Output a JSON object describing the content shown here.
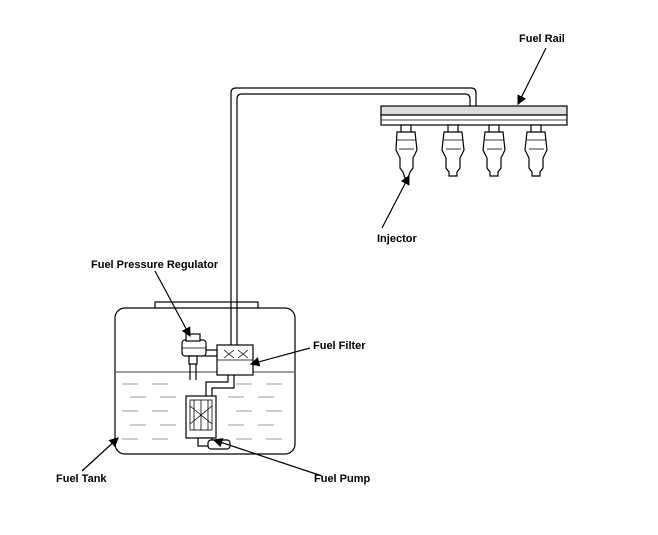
{
  "labels": {
    "fuel_rail": "Fuel Rail",
    "injector": "Injector",
    "fuel_pressure_regulator": "Fuel Pressure Regulator",
    "fuel_filter": "Fuel Filter",
    "fuel_tank": "Fuel Tank",
    "fuel_pump": "Fuel Pump"
  },
  "colors": {
    "line": "#000000",
    "rail_fill": "#dcdcdc",
    "fuel_surface": "#999999",
    "background": "#ffffff"
  }
}
